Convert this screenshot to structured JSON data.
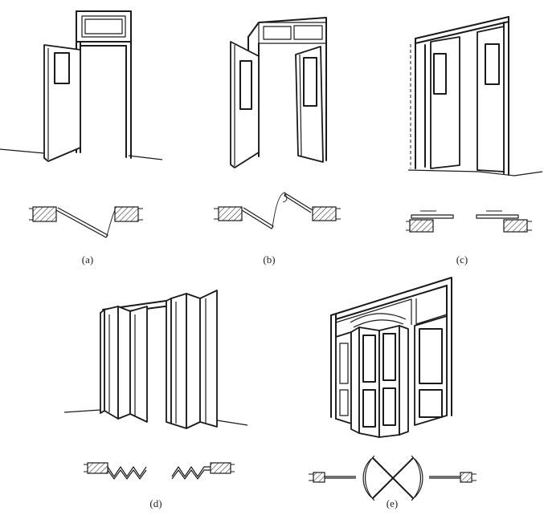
{
  "figure": {
    "panels": [
      {
        "id": "a",
        "caption": "(a)"
      },
      {
        "id": "b",
        "caption": "(b)"
      },
      {
        "id": "c",
        "caption": "(c)"
      },
      {
        "id": "d",
        "caption": "(d)"
      },
      {
        "id": "e",
        "caption": "(e)"
      }
    ]
  }
}
